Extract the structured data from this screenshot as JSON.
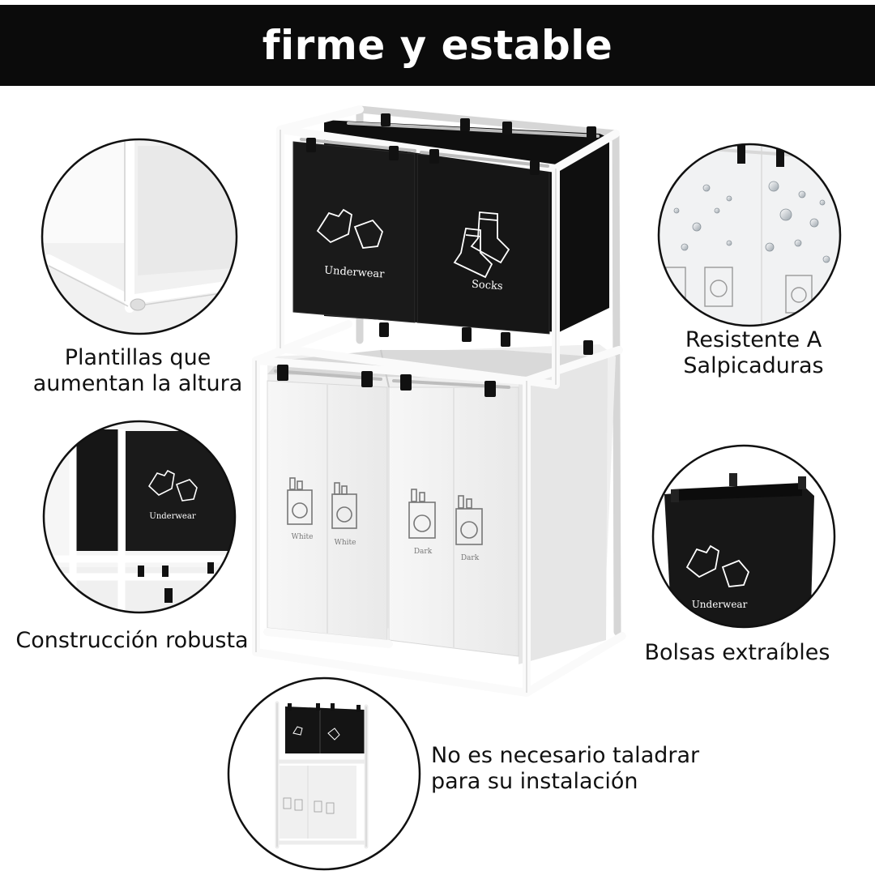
{
  "header": {
    "title": "firme y estable"
  },
  "product": {
    "bags": {
      "top_left": "Underwear",
      "top_right": "Socks",
      "bottom_1": "White",
      "bottom_2": "White",
      "bottom_3": "Dark",
      "bottom_4": "Dark"
    }
  },
  "features": [
    {
      "label": "Plantillas que\naumentan la altura",
      "icon": "telescopic-leg-icon"
    },
    {
      "label": "Construcción robusta",
      "icon": "frame-corner-icon"
    },
    {
      "label": "Resistente A\nSalpicaduras",
      "icon": "water-drops-icon"
    },
    {
      "label": "Bolsas extraíbles",
      "icon": "removable-bag-icon"
    },
    {
      "label": "No es necesario taladrar\npara su instalación",
      "icon": "assembled-unit-icon"
    }
  ],
  "detail_labels": {
    "construction_bag": "Underwear",
    "removable_bag": "Underwear"
  },
  "colors": {
    "banner": "#0b0b0b",
    "bag_dark": "#141414",
    "bag_light": "#f2f2f2",
    "frame": "#f7f7f7"
  }
}
